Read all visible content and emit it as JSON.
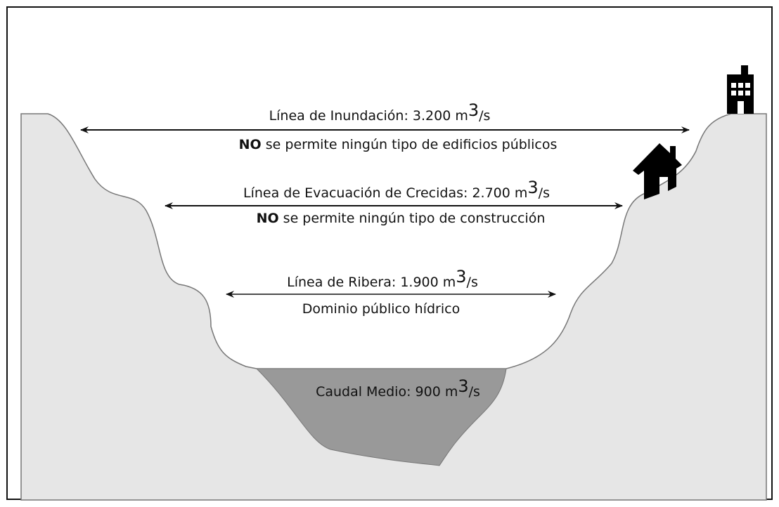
{
  "levels": {
    "flood": {
      "title": "Línea de Inundación: 3.200 m",
      "exp": "3",
      "unit": "/s",
      "note_bold": "NO",
      "note_rest": " se permite ningún tipo de edificios públicos"
    },
    "evacuation": {
      "title": "Línea de Evacuación de Crecidas: 2.700 m",
      "exp": "3",
      "unit": "/s",
      "note_bold": "NO",
      "note_rest": " se permite ningún tipo de construcción"
    },
    "riverbank": {
      "title": "Línea de Ribera: 1.900 m",
      "exp": "3",
      "unit": "/s",
      "note": "Dominio público hídrico"
    },
    "mean_flow": {
      "title": "Caudal Medio: 900 m",
      "exp": "3",
      "unit": "/s"
    }
  },
  "colors": {
    "ground": "#e6e6e6",
    "water": "#999999",
    "building": "#000000"
  },
  "icons": [
    "building-icon",
    "house-icon"
  ]
}
